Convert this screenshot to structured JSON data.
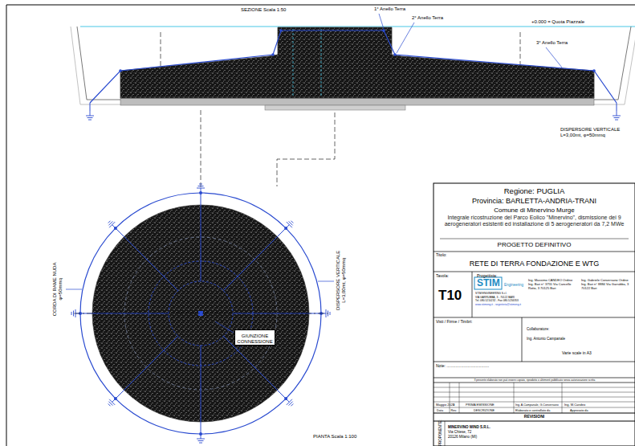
{
  "diagram": {
    "nodes": [
      {
        "text": [
          "GIUNZIONE CONNESSIONE"
        ]
      },
      {
        "text": [
          "Regione: PUGLIA",
          "Provincia: BARLETTA-ANDRIA-TRANI",
          "Comune di Minervino Murge",
          "Integrale ricostruzione del Parco Eolico \"Minervino\", dismissione dei 9 aerogeneratori esistenti ed installazione di 5 aerogeneratori da 7,2 MWe",
          "PROGETTO DEFINITIVO"
        ]
      },
      {
        "text": [
          "Titolo:",
          "RETE DI TERRA FONDAZIONE E WTG"
        ]
      },
      {
        "text": [
          "Tavola:",
          "T10"
        ]
      },
      {
        "text": [
          "Progettista:",
          "Ing. Massimo CANDEO Ordine Ing. Bari n° 3755 Via Cancello Rotto, 3 70125 Bari",
          "Ing. Gabriele Conversano Ordine Ing. Bari n° 8884 Via Garrubba, 3 70122 Bari"
        ]
      },
      {
        "text": [
          "Visti / Firme / Timbri:"
        ]
      },
      {
        "text": [
          "Collaboratore:",
          "Ing. Antonio Campanale"
        ]
      },
      {
        "text": [
          "Note: ......................................"
        ]
      },
      {
        "text": [
          "PROPONENTE:",
          "MINERVINO WIND S.R.L.",
          "Via Chiese, 72",
          "20126 Milano (MI)"
        ]
      }
    ],
    "labels": [
      "SEZIONE Scala 1:50",
      "1° Anello Terra",
      "2° Anello Terra",
      "+0.000 = Quota Piazzale",
      "3° Anello Terra",
      "DISPERSORE VERTICALE L=3,00mt, φ=50mmq",
      "DISPERSORE VERTICALE L=3,00mt, φ=50mmq",
      "CORDA DI RAME NUDA φ=50mmq",
      "PIANTA Scala 1:100",
      "STIM",
      "Engineering",
      "STIM ENGINEERING S.r.l.",
      "VIA GARRUBBA, 3 - 70122 BARI",
      "Tel. 080.5210232 - Fax 080.5234353",
      "www.stimeng.it - segreteria@stimeng.it",
      "Varie scale in A3",
      "Il presente elaborato non può essere copiato, riprodotto o altrimenti pubblicato senza autorizzazione scritta",
      "Maggio 2023",
      "0",
      "PRIMA EMISSIONE",
      "Ing. A.Campanale, G.Conversano",
      "Ing. M.Candeo",
      "Data",
      "Rev.",
      "DESCRIZIONE",
      "Elaborato e controllato da",
      "Approvato da",
      "REVISIONI"
    ]
  }
}
